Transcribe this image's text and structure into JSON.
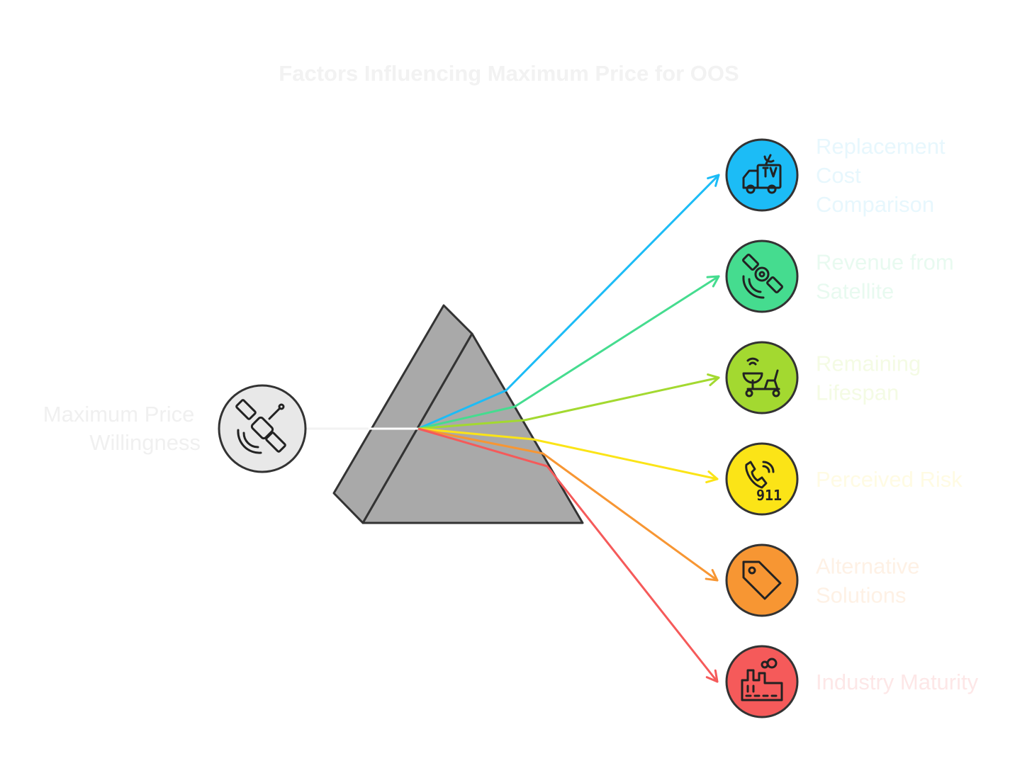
{
  "title": "Factors Influencing Maximum Price for OOS",
  "source": {
    "label_lines": [
      "Maximum Price",
      "Willingness"
    ],
    "icon": "satellite-icon",
    "color": "#e8e8e8",
    "label_color": "#f0f0f0"
  },
  "prism": {
    "color": "#a9a9a9"
  },
  "factors": [
    {
      "lines": [
        "Replacement",
        "Cost",
        "Comparison"
      ],
      "icon": "tv-van-icon",
      "color": "#1cbcf6",
      "label_color": "#e7f7fd"
    },
    {
      "lines": [
        "Revenue from",
        "Satellite"
      ],
      "icon": "satellite-dish-icon",
      "color": "#45dc8f",
      "label_color": "#e8faf0"
    },
    {
      "lines": [
        "Remaining",
        "Lifespan"
      ],
      "icon": "rover-icon",
      "color": "#a3d930",
      "label_color": "#f4fbe4"
    },
    {
      "lines": [
        "Perceived Risk"
      ],
      "icon": "emergency-phone-icon",
      "color": "#fbe417",
      "label_color": "#fffbe3"
    },
    {
      "lines": [
        "Alternative",
        "Solutions"
      ],
      "icon": "price-tag-icon",
      "color": "#f79633",
      "label_color": "#fef1e5"
    },
    {
      "lines": [
        "Industry Maturity"
      ],
      "icon": "factory-icon",
      "color": "#f55a5a",
      "label_color": "#fde7e7"
    }
  ]
}
